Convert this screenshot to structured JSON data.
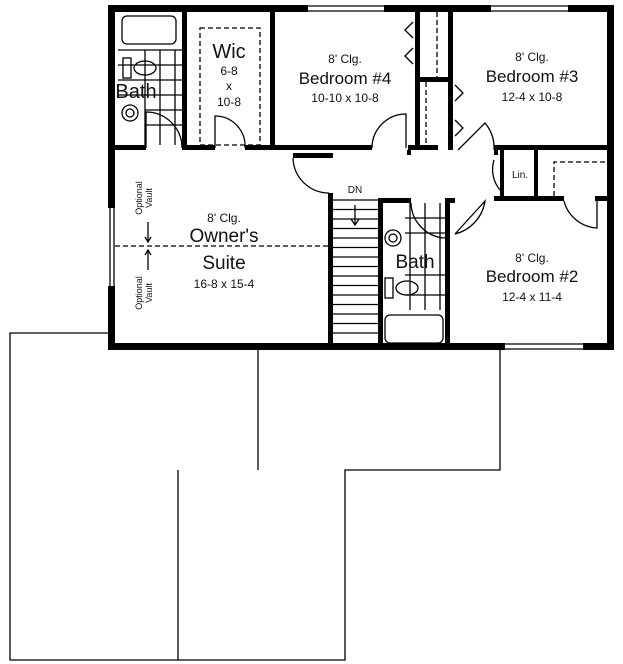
{
  "rooms": {
    "bath_master": {
      "name": "Bath"
    },
    "wic": {
      "name": "Wic",
      "dim1": "6-8",
      "x": "x",
      "dim2": "10-8"
    },
    "bedroom4": {
      "ceiling": "8' Clg.",
      "name": "Bedroom #4",
      "dims": "10-10 x 10-8"
    },
    "bedroom3": {
      "ceiling": "8' Clg.",
      "name": "Bedroom #3",
      "dims": "12-4 x 10-8"
    },
    "owners_suite": {
      "ceiling": "8' Clg.",
      "name_line1": "Owner's",
      "name_line2": "Suite",
      "dims": "16-8 x 15-4"
    },
    "bath_hall": {
      "name": "Bath"
    },
    "bedroom2": {
      "ceiling": "8' Clg.",
      "name": "Bedroom #2",
      "dims": "12-4 x 11-4"
    },
    "linen": {
      "name": "Lin."
    }
  },
  "stair": {
    "label": "DN"
  },
  "vault": {
    "top_line1": "Optional",
    "top_line2": "Vault",
    "bottom_line1": "Optional",
    "bottom_line2": "Vault"
  }
}
